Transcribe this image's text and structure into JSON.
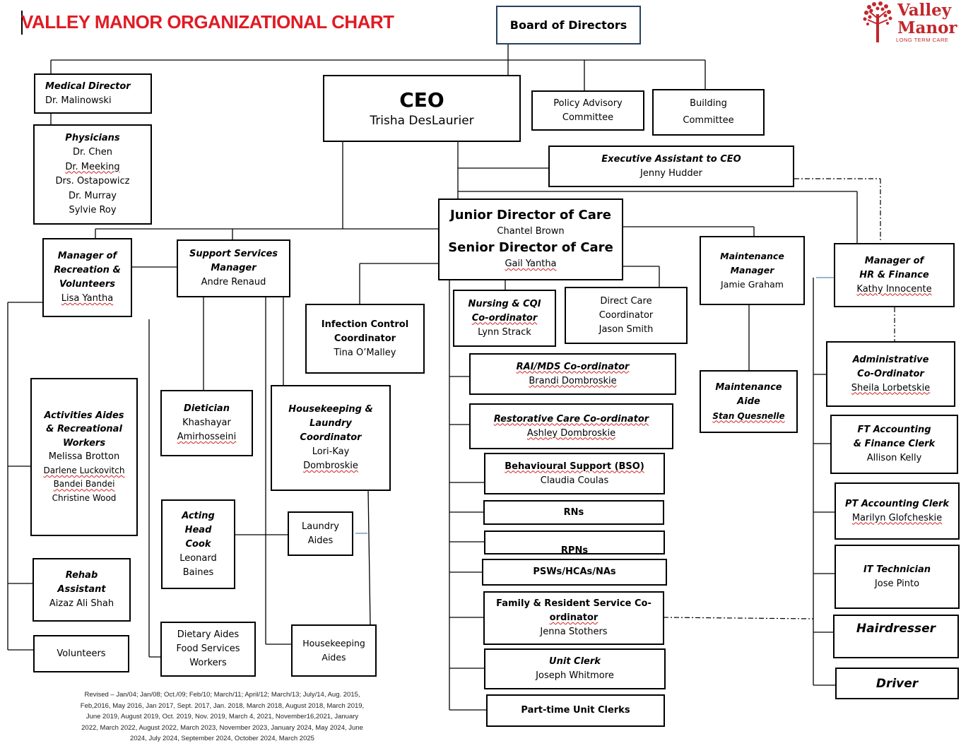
{
  "title": "VALLEY MANOR ORGANIZATIONAL CHART",
  "logo": {
    "name1": "Valley",
    "name2": "Manor",
    "sub": "LONG TERM CARE"
  },
  "board": "Board of Directors",
  "medical_director": {
    "role": "Medical Director",
    "name": "Dr. Malinowski"
  },
  "physicians": {
    "role": "Physicians",
    "names": [
      "Dr. Chen",
      "Dr. Meeking",
      "Drs. Ostapowicz",
      "Dr. Murray",
      "Sylvie Roy"
    ]
  },
  "ceo": {
    "role": "CEO",
    "name": "Trisha DesLaurier"
  },
  "policy_committee": {
    "line1": "Policy Advisory",
    "line2": "Committee"
  },
  "building_committee": {
    "line1": "Building",
    "line2": "Committee"
  },
  "exec_assistant": {
    "role": "Executive Assistant to CEO",
    "name": "Jenny Hudder"
  },
  "directors_of_care": {
    "junior_role": "Junior Director of Care",
    "junior_name": "Chantel Brown",
    "senior_role": "Senior Director of Care",
    "senior_name": "Gail Yantha"
  },
  "recreation_manager": {
    "role1": "Manager of",
    "role2": "Recreation &",
    "role3": "Volunteers",
    "name": "Lisa Yantha"
  },
  "support_services": {
    "role1": "Support Services",
    "role2": "Manager",
    "name": "Andre Renaud"
  },
  "infection_control": {
    "role1": "Infection Control",
    "role2": "Coordinator",
    "name": "Tina O’Malley"
  },
  "nursing_cqi": {
    "role1": "Nursing & CQI",
    "role2": "Co-ordinator",
    "name": "Lynn Strack"
  },
  "direct_care": {
    "role1": "Direct Care",
    "role2": "Coordinator",
    "name": "Jason Smith"
  },
  "maintenance_manager": {
    "role1": "Maintenance",
    "role2": "Manager",
    "name": "Jamie Graham"
  },
  "hr_finance": {
    "role1": "Manager of",
    "role2": "HR & Finance",
    "name": "Kathy Innocente"
  },
  "activities_aides": {
    "role1": "Activities Aides",
    "role2": "& Recreational",
    "role3": "Workers",
    "names": [
      "Melissa Brotton",
      "Darlene Luckovitch",
      "Bandei Bandei",
      "Christine Wood"
    ]
  },
  "dietician": {
    "role": "Dietician",
    "name1": "Khashayar",
    "name2": "Amirhosseini"
  },
  "housekeeping_laundry": {
    "role1": "Housekeeping &",
    "role2": "Laundry",
    "role3": "Coordinator",
    "name1": "Lori-Kay",
    "name2": "Dombroskie"
  },
  "rai_mds": {
    "role": "RAI/MDS Co-ordinator",
    "name": "Brandi Dombroskie"
  },
  "restorative_care": {
    "role": "Restorative Care Co-ordinator",
    "name": "Ashley Dombroskie"
  },
  "bso": {
    "role": "Behavioural Support (BSO)",
    "name": "Claudia Coulas"
  },
  "rns": "RNs",
  "rpns": "RPNs",
  "psws": "PSWs/HCAs/NAs",
  "family_resident": {
    "role1": "Family & Resident Service Co-",
    "role2": "ordinator",
    "name": "Jenna Stothers"
  },
  "unit_clerk": {
    "role": "Unit Clerk",
    "name": "Joseph Whitmore"
  },
  "part_time_clerks": "Part-time Unit Clerks",
  "maintenance_aide": {
    "role1": "Maintenance",
    "role2": "Aide",
    "name": "Stan Quesnelle"
  },
  "admin_coordinator": {
    "role1": "Administrative",
    "role2": "Co-Ordinator",
    "name": "Sheila Lorbetskie"
  },
  "ft_accounting": {
    "role1": "FT Accounting",
    "role2": "& Finance Clerk",
    "name": "Allison Kelly"
  },
  "pt_accounting": {
    "role": "PT Accounting Clerk",
    "name": "Marilyn Glofcheskie"
  },
  "it_technician": {
    "role": "IT Technician",
    "name": "Jose Pinto"
  },
  "hairdresser": "Hairdresser",
  "driver": "Driver",
  "acting_head_cook": {
    "role1": "Acting",
    "role2": "Head",
    "role3": "Cook",
    "name1": "Leonard",
    "name2": "Baines"
  },
  "laundry_aides": {
    "line1": "Laundry",
    "line2": "Aides"
  },
  "rehab_assistant": {
    "role1": "Rehab",
    "role2": "Assistant",
    "name": "Aizaz Ali Shah"
  },
  "volunteers": "Volunteers",
  "dietary_aides": {
    "line1": "Dietary Aides",
    "line2": "Food Services",
    "line3": "Workers"
  },
  "housekeeping_aides": {
    "line1": "Housekeeping",
    "line2": "Aides"
  },
  "revised": "Revised – Jan/04; Jan/08; Oct./09; Feb/10; March/11; April/12; March/13; July/14, Aug. 2015, Feb,2016, May 2016, Jan 2017, Sept. 2017, Jan. 2018, March 2018, August 2018, March 2019, June 2019, August 2019, Oct. 2019, Nov. 2019, March 4, 2021, November16,2021, January 2022, March 2022, August 2022, March 2023, November 2023, January 2024, May 2024, June 2024, July 2024, September 2024, October 2024, March 2025"
}
